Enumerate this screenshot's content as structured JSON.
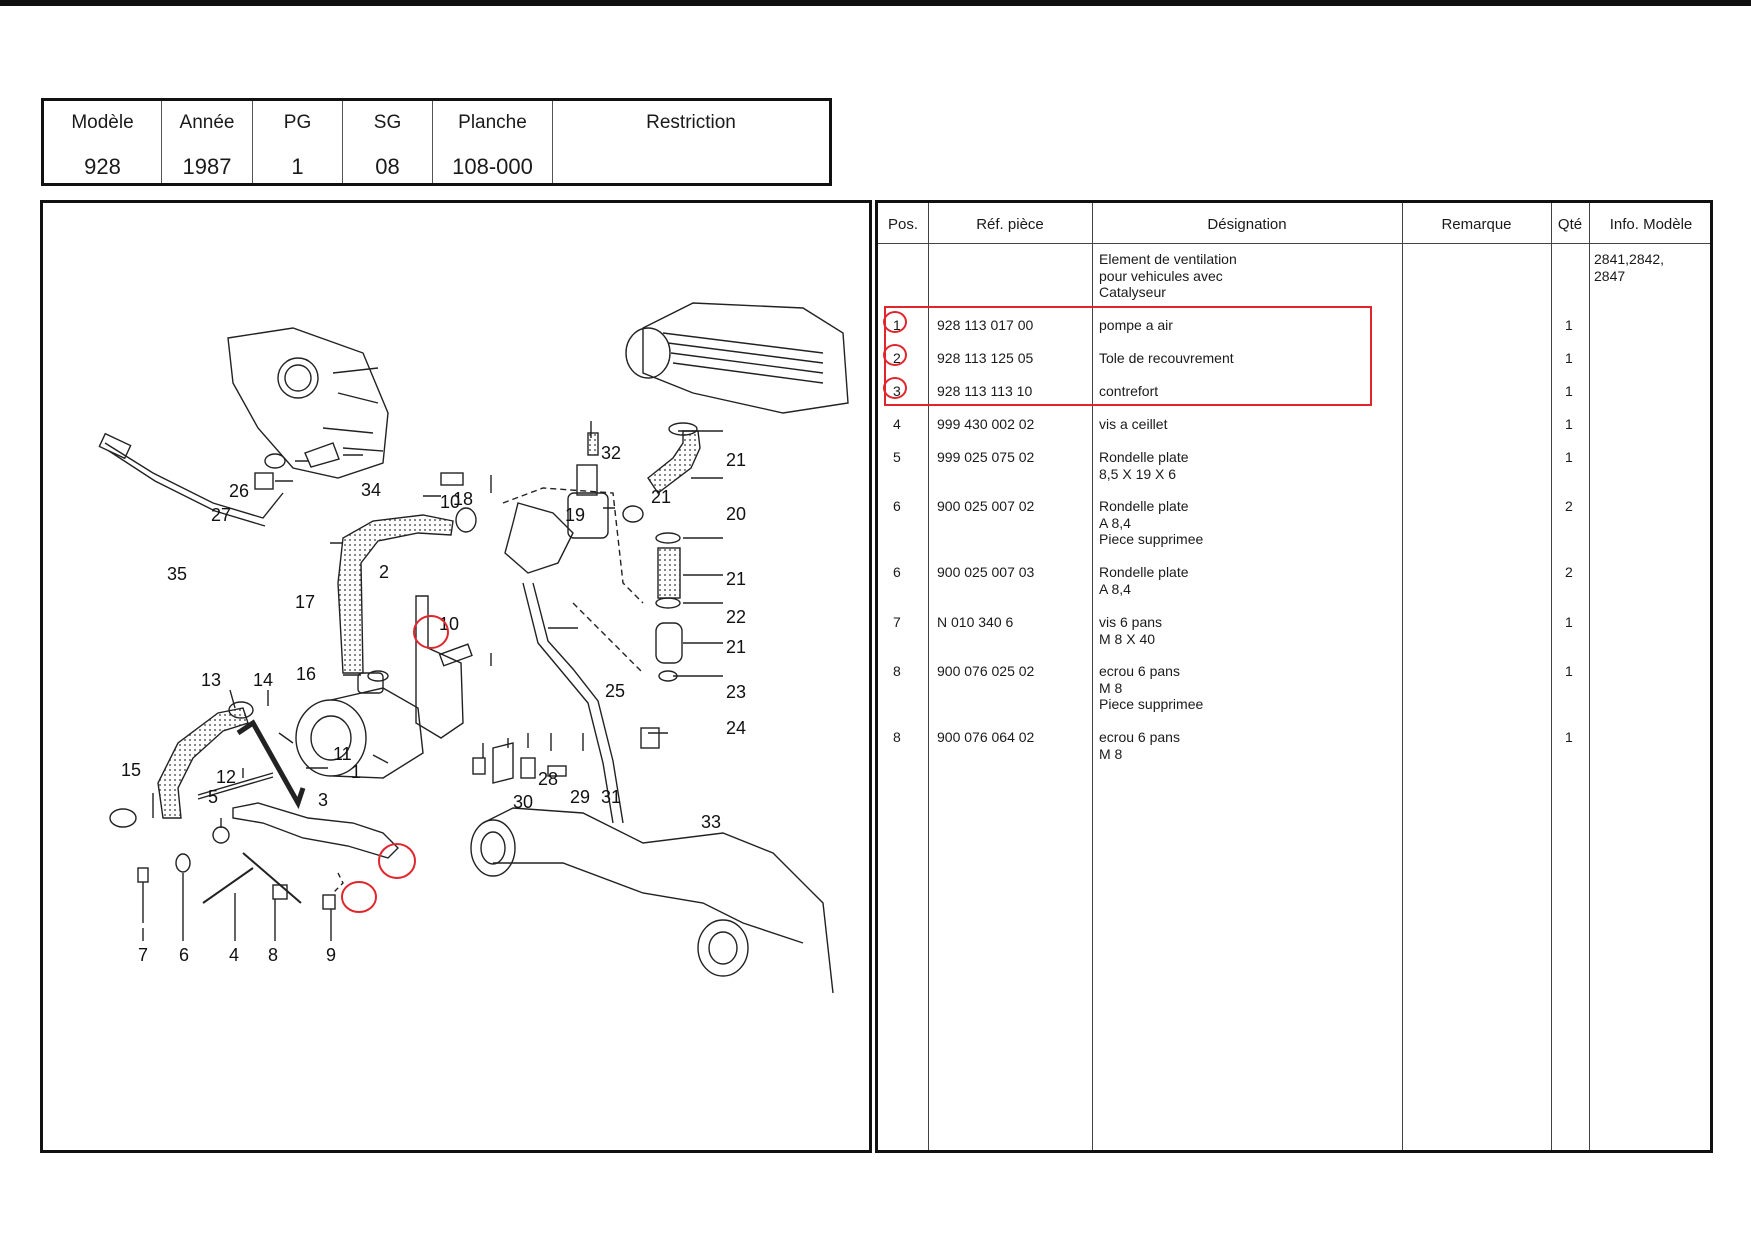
{
  "header": {
    "labels": [
      "Modèle",
      "Année",
      "PG",
      "SG",
      "Planche",
      "Restriction"
    ],
    "values": [
      "928",
      "1987",
      "1",
      "08",
      "108-000",
      ""
    ]
  },
  "table": {
    "columns": [
      "Pos.",
      "Réf. pièce",
      "Désignation",
      "Remarque",
      "Qté",
      "Info. Modèle"
    ],
    "intro": {
      "designation": "Element de ventilation\npour vehicules avec\nCatalyseur",
      "info": "2841,2842,\n2847"
    },
    "rows": [
      {
        "pos": "1",
        "ref": "928 113 017 00",
        "designation": "pompe a air",
        "remark": "",
        "qty": "1"
      },
      {
        "pos": "2",
        "ref": "928 113 125 05",
        "designation": "Tole de recouvrement",
        "remark": "",
        "qty": "1"
      },
      {
        "pos": "3",
        "ref": "928 113 113 10",
        "designation": "contrefort",
        "remark": "",
        "qty": "1"
      },
      {
        "pos": "4",
        "ref": "999 430 002 02",
        "designation": "vis a ceillet",
        "remark": "",
        "qty": "1"
      },
      {
        "pos": "5",
        "ref": "999 025 075 02",
        "designation": "Rondelle plate\n8,5 X 19 X 6",
        "remark": "",
        "qty": "1"
      },
      {
        "pos": "6",
        "ref": "900 025 007 02",
        "designation": "Rondelle plate\nA 8,4\nPiece supprimee",
        "remark": "",
        "qty": "2"
      },
      {
        "pos": "6",
        "ref": "900 025 007 03",
        "designation": "Rondelle plate\nA 8,4",
        "remark": "",
        "qty": "2"
      },
      {
        "pos": "7",
        "ref": "N   010 340 6",
        "designation": "vis 6 pans\nM 8 X 40",
        "remark": "",
        "qty": "1"
      },
      {
        "pos": "8",
        "ref": "900 076 025 02",
        "designation": "ecrou 6 pans\nM 8\nPiece supprimee",
        "remark": "",
        "qty": "1"
      },
      {
        "pos": "8",
        "ref": "900 076 064 02",
        "designation": "ecrou 6 pans\nM 8",
        "remark": "",
        "qty": "1"
      }
    ]
  },
  "diagram": {
    "callouts": [
      "1",
      "2",
      "3",
      "4",
      "5",
      "6",
      "7",
      "8",
      "9",
      "10",
      "10",
      "11",
      "12",
      "13",
      "14",
      "15",
      "16",
      "17",
      "18",
      "19",
      "20",
      "21",
      "21",
      "21",
      "21",
      "22",
      "23",
      "24",
      "25",
      "26",
      "27",
      "28",
      "29",
      "30",
      "31",
      "32",
      "33",
      "34",
      "35"
    ],
    "highlighted": [
      "1",
      "2",
      "3"
    ],
    "highlight_color": "#e0262d"
  }
}
